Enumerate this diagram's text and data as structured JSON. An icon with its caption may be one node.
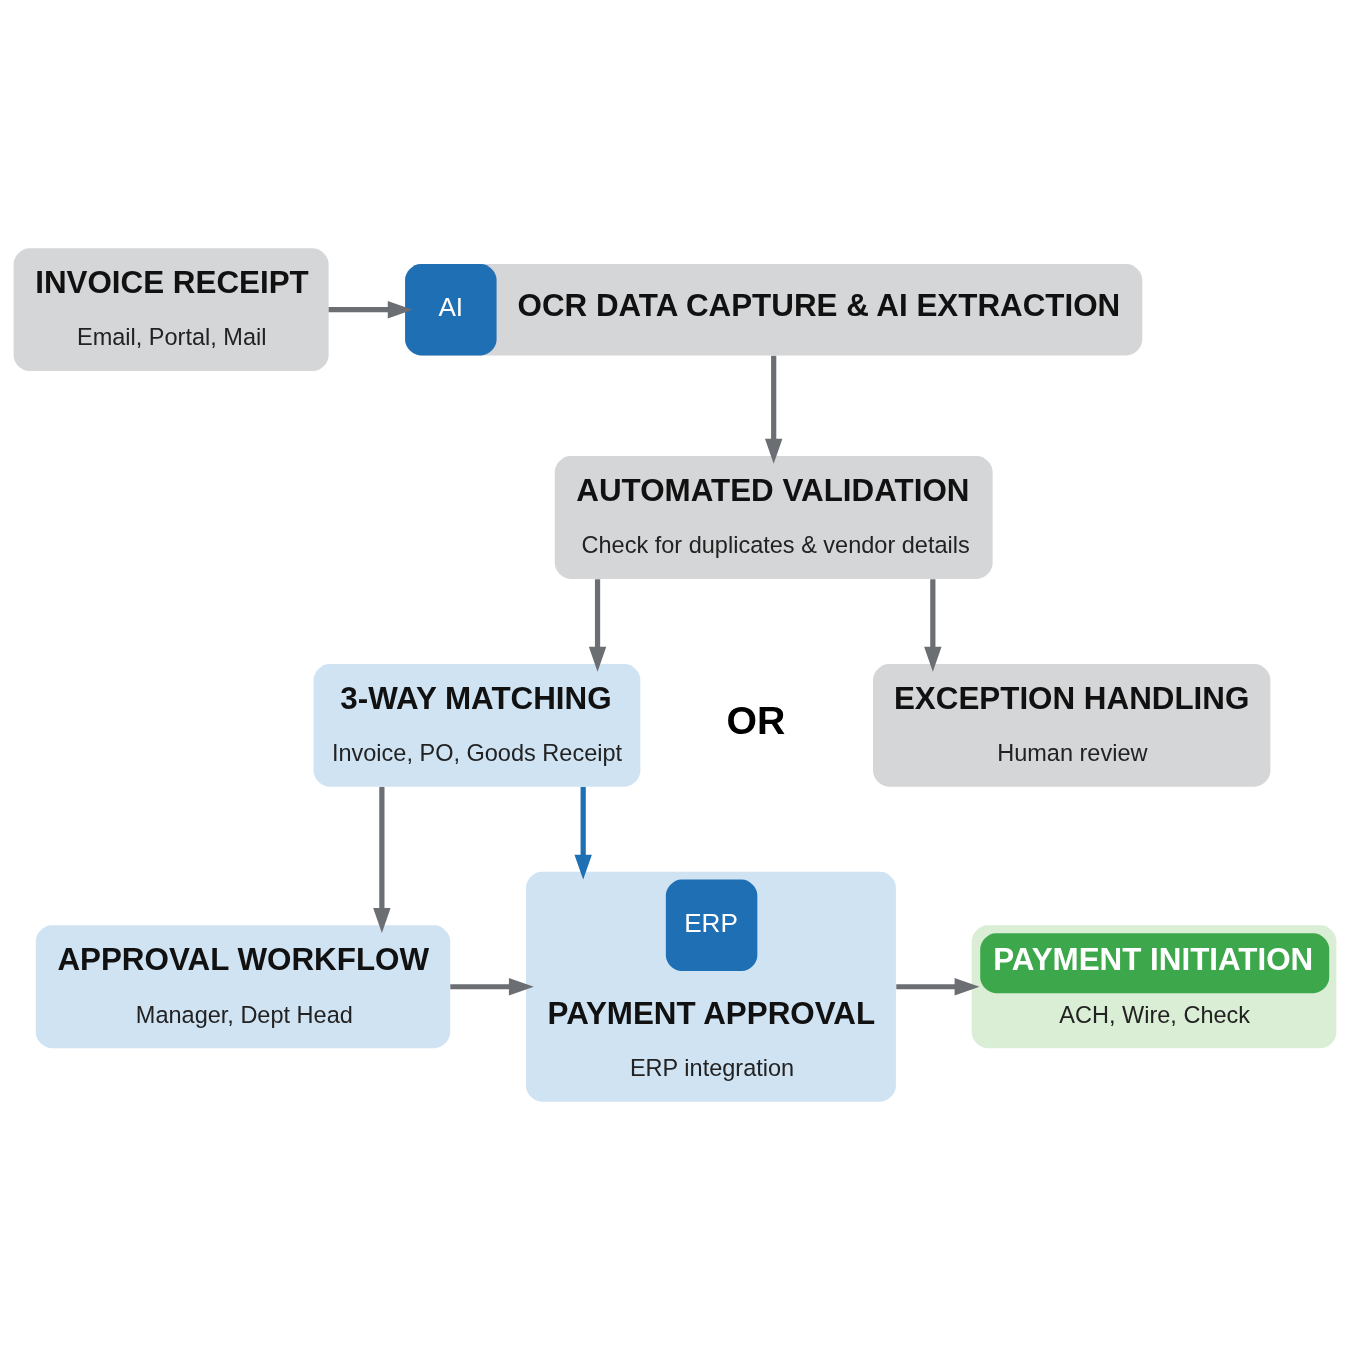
{
  "diagram": {
    "nodes": [
      {
        "text": [
          "INVOICE RECEIPT",
          "Email, Portal, Mail"
        ]
      },
      {
        "text": [
          "AI",
          "OCR DATA CAPTURE & AI EXTRACTION"
        ]
      },
      {
        "text": [
          "AUTOMATED VALIDATION",
          "Check for duplicates & vendor details"
        ]
      },
      {
        "text": [
          "3-WAY MATCHING",
          "Invoice, PO, Goods Receipt"
        ]
      },
      {
        "text": [
          "EXCEPTION HANDLING",
          "Human review"
        ]
      },
      {
        "text": [
          "APPROVAL WORKFLOW",
          "Manager, Dept Head"
        ]
      },
      {
        "text": [
          "ERP",
          "PAYMENT APPROVAL",
          "ERP integration"
        ]
      },
      {
        "text": [
          "PAYMENT INITIATION",
          "ACH, Wire, Check"
        ]
      }
    ],
    "edges": [
      {
        "from": 0,
        "to": 1,
        "arrow": "to"
      },
      {
        "from": 1,
        "to": 2,
        "arrow": "to"
      },
      {
        "from": 2,
        "to": 3,
        "arrow": "to"
      },
      {
        "from": 2,
        "to": 4,
        "arrow": "to"
      },
      {
        "from": 3,
        "to": 5,
        "arrow": "to"
      },
      {
        "from": 3,
        "to": 6,
        "arrow": "to",
        "color": "#1f6fb5"
      },
      {
        "from": 5,
        "to": 6,
        "arrow": "to"
      },
      {
        "from": 6,
        "to": 7,
        "arrow": "to"
      }
    ],
    "labels": [
      "OR"
    ]
  }
}
